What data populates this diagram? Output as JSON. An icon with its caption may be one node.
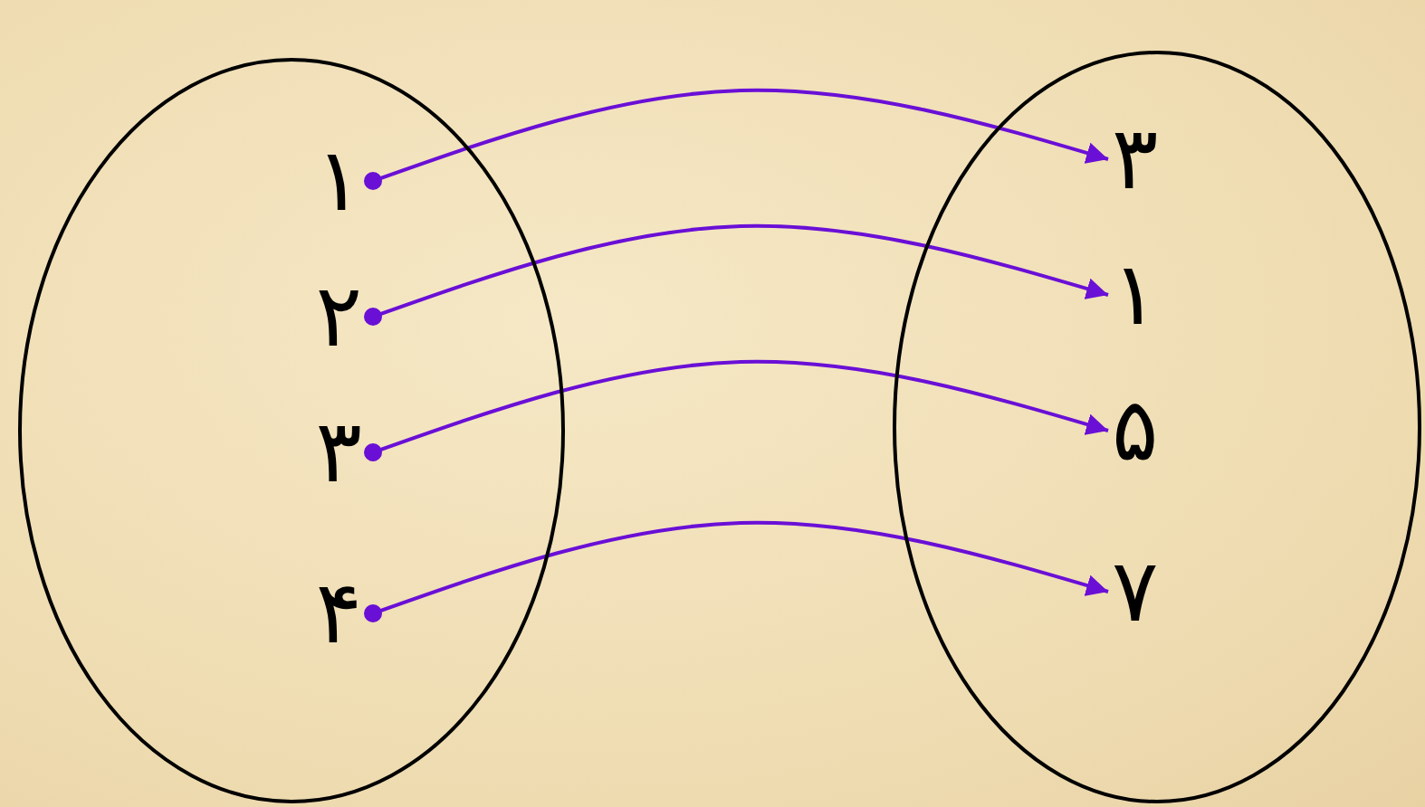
{
  "diagram": {
    "nodes": [
      {
        "text": [],
        "shape": "ellipse"
      },
      {
        "text": [],
        "shape": "ellipse"
      },
      {
        "text": [
          "۱"
        ],
        "in": 0
      },
      {
        "text": [
          "۲"
        ],
        "in": 0
      },
      {
        "text": [
          "۳"
        ],
        "in": 0
      },
      {
        "text": [
          "۴"
        ],
        "in": 0
      },
      {
        "text": [
          "۳"
        ],
        "in": 1
      },
      {
        "text": [
          "۱"
        ],
        "in": 1
      },
      {
        "text": [
          "۵"
        ],
        "in": 1
      },
      {
        "text": [
          "۷"
        ],
        "in": 1
      }
    ],
    "edges": [
      {
        "from": 2,
        "to": 6,
        "arrow": "to"
      },
      {
        "from": 3,
        "to": 7,
        "arrow": "to"
      },
      {
        "from": 4,
        "to": 8,
        "arrow": "to"
      },
      {
        "from": 5,
        "to": 9,
        "arrow": "to"
      }
    ]
  }
}
